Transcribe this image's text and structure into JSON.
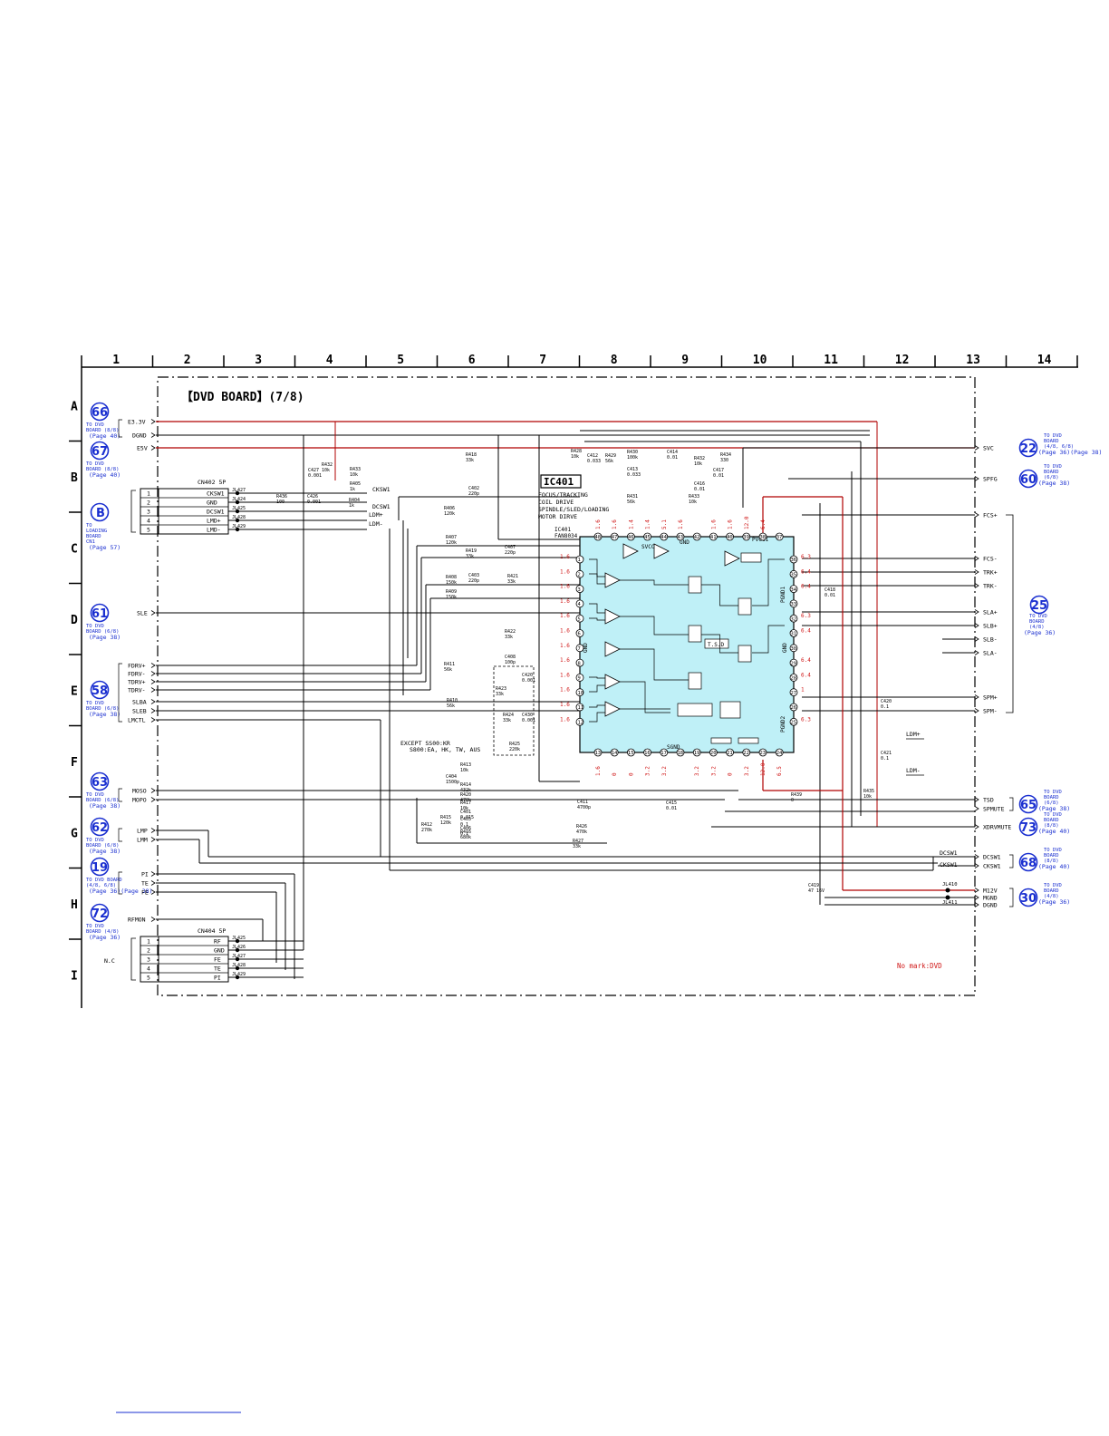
{
  "grid": {
    "columns": [
      "1",
      "2",
      "3",
      "4",
      "5",
      "6",
      "7",
      "8",
      "9",
      "10",
      "11",
      "12",
      "13",
      "14"
    ],
    "rows": [
      "A",
      "B",
      "C",
      "D",
      "E",
      "F",
      "G",
      "H",
      "I"
    ]
  },
  "board_title": "【DVD BOARD】(7/8)",
  "note": "No mark:DVD",
  "ic": {
    "ref": "IC401",
    "description": [
      "FOCUS/TRACKING",
      "COIL DRIVE",
      "SPINDLE/SLED/LOADING",
      "MOTOR DIRVE"
    ],
    "part_ref": "IC401",
    "part_no": "FAN8034",
    "gnd_top": "GND",
    "gnd_bottom": "SGND",
    "pvcc1": "PVCC1",
    "pvcc2": "PVCC2",
    "pgnd1": "PGND1",
    "pgnd2": "PGND2",
    "gnd_left": "GND",
    "gnd_right": "GND",
    "tsd": "T.S.D",
    "svcc": "SVCC",
    "left_pins": [
      "1",
      "2",
      "3",
      "4",
      "5",
      "6",
      "7",
      "8",
      "9",
      "10",
      "11",
      "12"
    ],
    "left_volts": [
      "1.6",
      "1.6",
      "1.6",
      "1.6",
      "1.6",
      "1.6",
      "1.6",
      "1.6",
      "1.6",
      "1.6",
      "1.6",
      "1.6"
    ],
    "right_pins": [
      "36",
      "35",
      "34",
      "33",
      "32",
      "31",
      "30",
      "29",
      "28",
      "27",
      "26",
      "25"
    ],
    "right_volts": [
      "6.3",
      "6.4",
      "6.4",
      "",
      "6.3",
      "6.4",
      "",
      "6.4",
      "6.4",
      "1",
      "",
      "6.3"
    ],
    "top_pins": [
      "48",
      "47",
      "46",
      "45",
      "44",
      "43",
      "42",
      "41",
      "40",
      "39",
      "38",
      "37"
    ],
    "top_volts": [
      "1.6",
      "1.6",
      "1.4",
      "1.4",
      "5.1",
      "1.6",
      "",
      "1.6",
      "1.6",
      "12.0",
      "6.4",
      ""
    ],
    "bottom_pins": [
      "13",
      "14",
      "15",
      "16",
      "17",
      "18",
      "19",
      "20",
      "21",
      "22",
      "23",
      "24"
    ],
    "bottom_volts": [
      "1.6",
      "0",
      "0",
      "3.2",
      "3.2",
      "",
      "3.2",
      "3.2",
      "0",
      "3.2",
      "12.0",
      "6.5"
    ]
  },
  "left_connectors": [
    {
      "num": "66",
      "desc": [
        "TO DVD",
        "BOARD (8/8)"
      ],
      "page": "(Page 40)",
      "nets": [
        "E3.3V",
        "DGND"
      ]
    },
    {
      "num": "67",
      "desc": [
        "TO DVD",
        "BOARD (8/8)"
      ],
      "page": "(Page 40)",
      "nets": [
        "E5V"
      ]
    },
    {
      "num": "B",
      "desc": [
        "TO",
        "LOADING",
        "BOARD",
        "CN1"
      ],
      "page": "(Page 57)",
      "nets": []
    },
    {
      "num": "61",
      "desc": [
        "TO DVD",
        "BOARD (6/8)"
      ],
      "page": "(Page 38)",
      "nets": [
        "SLE"
      ]
    },
    {
      "num": "58",
      "desc": [
        "TO DVD",
        "BOARD (6/8)"
      ],
      "page": "(Page 38)",
      "nets": [
        "FDRV+",
        "FDRV-",
        "TDRV+",
        "TDRV-",
        "SLBA",
        "SLEB",
        "LMCTL"
      ]
    },
    {
      "num": "63",
      "desc": [
        "TO DVD",
        "BOARD (6/8)"
      ],
      "page": "(Page 38)",
      "nets": [
        "MOSO",
        "MOPO"
      ]
    },
    {
      "num": "62",
      "desc": [
        "TO DVD",
        "BOARD (6/8)"
      ],
      "page": "(Page 38)",
      "nets": [
        "LMP",
        "LMM"
      ]
    },
    {
      "num": "19",
      "desc": [
        "TO DVD BOARD",
        "(4/8, 6/8)"
      ],
      "page": "(Page 36)(Page 38)",
      "nets": [
        "PI",
        "TE",
        "FE"
      ]
    },
    {
      "num": "72",
      "desc": [
        "TO DVD",
        "BOARD (4/8)"
      ],
      "page": "(Page 36)",
      "nets": [
        "RFMON"
      ]
    }
  ],
  "right_connectors": [
    {
      "num": "22",
      "desc": [
        "TO DVD",
        "BOARD",
        "(4/8, 6/8)"
      ],
      "page": "(Page 36)(Page 38)",
      "nets": [
        "SVC"
      ]
    },
    {
      "num": "60",
      "desc": [
        "TO DVD",
        "BOARD",
        "(6/8)"
      ],
      "page": "(Page 38)",
      "nets": [
        "SPFG"
      ]
    },
    {
      "num": "25",
      "desc": [
        "TO DVD",
        "BOARD",
        "(4/8)"
      ],
      "page": "(Page 36)",
      "nets": [
        "FCS+",
        "FCS-",
        "TRK+",
        "TRK-",
        "SLA+",
        "SLB+",
        "SLB-",
        "SLA-",
        "SPM+",
        "SPM-"
      ]
    },
    {
      "num": "65",
      "desc": [
        "TO DVD",
        "BOARD",
        "(6/8)"
      ],
      "page": "(Page 38)",
      "nets": [
        "TSD",
        "SPMUTE"
      ]
    },
    {
      "num": "73",
      "desc": [
        "TO DVD",
        "BOARD",
        "(8/8)"
      ],
      "page": "(Page 40)",
      "nets": [
        "XDRVMUTE"
      ]
    },
    {
      "num": "68",
      "desc": [
        "TO DVD",
        "BOARD",
        "(8/8)"
      ],
      "page": "(Page 40)",
      "nets": [
        "DCSW1",
        "CKSW1"
      ]
    },
    {
      "num": "30",
      "desc": [
        "TO DVD",
        "BOARD",
        "(4/8)"
      ],
      "page": "(Page 36)",
      "nets": [
        "M12V",
        "MGND",
        "DGND"
      ]
    }
  ],
  "cn402": {
    "ref": "CN402 5P",
    "pins": [
      "1",
      "2",
      "3",
      "4",
      "5"
    ],
    "nets": [
      "CKSW1",
      "GND",
      "DCSW1",
      "LMD+",
      "LMD-"
    ],
    "jumpers": [
      "JL427",
      "JL424",
      "JL425",
      "JL428",
      "JL429"
    ]
  },
  "cn404": {
    "ref": "CN404 5P",
    "pins": [
      "1",
      "2",
      "3",
      "4",
      "5"
    ],
    "nets": [
      "RF",
      "GND",
      "FE",
      "TE",
      "PI"
    ],
    "jumpers": [
      "JL425",
      "JL426",
      "JL427",
      "JL428",
      "JL429"
    ],
    "nc": "N.C"
  },
  "net_labels": {
    "cksw1": "CKSW1",
    "dcsw1": "DCSW1",
    "lmd_p": "LDM+",
    "lmd_m": "LDM-",
    "ldm_p": "LDM+",
    "ldm_m": "LDM-",
    "dcsw1_r": "DCSW1",
    "cksw1_r": "CKSW1"
  },
  "parts": [
    {
      "ref": "R418",
      "val": "33k"
    },
    {
      "ref": "R406",
      "val": "120k"
    },
    {
      "ref": "R407",
      "val": "120k"
    },
    {
      "ref": "R419",
      "val": "33k"
    },
    {
      "ref": "R408",
      "val": "150k"
    },
    {
      "ref": "R409",
      "val": "150k"
    },
    {
      "ref": "C402",
      "val": "220p"
    },
    {
      "ref": "C407",
      "val": "220p"
    },
    {
      "ref": "C403",
      "val": "220p"
    },
    {
      "ref": "R421",
      "val": "33k"
    },
    {
      "ref": "R422",
      "val": "33k"
    },
    {
      "ref": "C408",
      "val": "100p"
    },
    {
      "ref": "R411",
      "val": "56k"
    },
    {
      "ref": "R410",
      "val": "56k"
    },
    {
      "ref": "C420",
      "val": "0.001"
    },
    {
      "ref": "R423",
      "val": "33k"
    },
    {
      "ref": "R424",
      "val": "33k"
    },
    {
      "ref": "C430",
      "val": "0.001"
    },
    {
      "ref": "R425",
      "val": "220k"
    },
    {
      "ref": "R413",
      "val": "10k"
    },
    {
      "ref": "C404",
      "val": "1500p"
    },
    {
      "ref": "R414",
      "val": "432k"
    },
    {
      "ref": "R420",
      "val": "470k"
    },
    {
      "ref": "R417",
      "val": "10k"
    },
    {
      "ref": "C401",
      "val": "0.015"
    },
    {
      "ref": "C405",
      "val": "0.1"
    },
    {
      "ref": "R415",
      "val": "120k"
    },
    {
      "ref": "C406",
      "val": "0.1"
    },
    {
      "ref": "R412",
      "val": "270k"
    },
    {
      "ref": "R416",
      "val": "680k"
    },
    {
      "ref": "C411",
      "val": "4700p"
    },
    {
      "ref": "R426",
      "val": "470k"
    },
    {
      "ref": "R427",
      "val": "33k"
    },
    {
      "ref": "C415",
      "val": "0.01"
    },
    {
      "ref": "R428",
      "val": "10k"
    },
    {
      "ref": "C412",
      "val": "0.033"
    },
    {
      "ref": "R429",
      "val": "56k"
    },
    {
      "ref": "R430",
      "val": "100k"
    },
    {
      "ref": "C413",
      "val": "0.033"
    },
    {
      "ref": "R431",
      "val": "56k"
    },
    {
      "ref": "C414",
      "val": "0.01"
    },
    {
      "ref": "R432",
      "val": "10k"
    },
    {
      "ref": "R434",
      "val": "330"
    },
    {
      "ref": "C417",
      "val": "0.01"
    },
    {
      "ref": "C416",
      "val": "0.01"
    },
    {
      "ref": "R433",
      "val": "10k"
    },
    {
      "ref": "C418",
      "val": "0.01"
    },
    {
      "ref": "C420",
      "val": "0.1"
    },
    {
      "ref": "C421",
      "val": "0.1"
    },
    {
      "ref": "R435",
      "val": "10k"
    },
    {
      "ref": "R439",
      "val": "0"
    },
    {
      "ref": "C419",
      "val": "47 16V"
    },
    {
      "ref": "R432",
      "val": "10k"
    },
    {
      "ref": "C427",
      "val": "0.001"
    },
    {
      "ref": "R433",
      "val": "10k"
    },
    {
      "ref": "R405",
      "val": "1k"
    },
    {
      "ref": "R404",
      "val": "1k"
    },
    {
      "ref": "R436",
      "val": "100"
    },
    {
      "ref": "C426",
      "val": "0.001"
    }
  ],
  "jumpers": {
    "jl410": "JL410",
    "jl411": "JL411"
  },
  "except_note": [
    "EXCEPT SS00:KR",
    "S800:EA, HK, TW, AUS"
  ],
  "colors": {
    "ic_fill": "#bff0f7",
    "connector_blue": "#1a2fd0",
    "voltage_red": "#d01818",
    "power_red": "#b00000"
  }
}
